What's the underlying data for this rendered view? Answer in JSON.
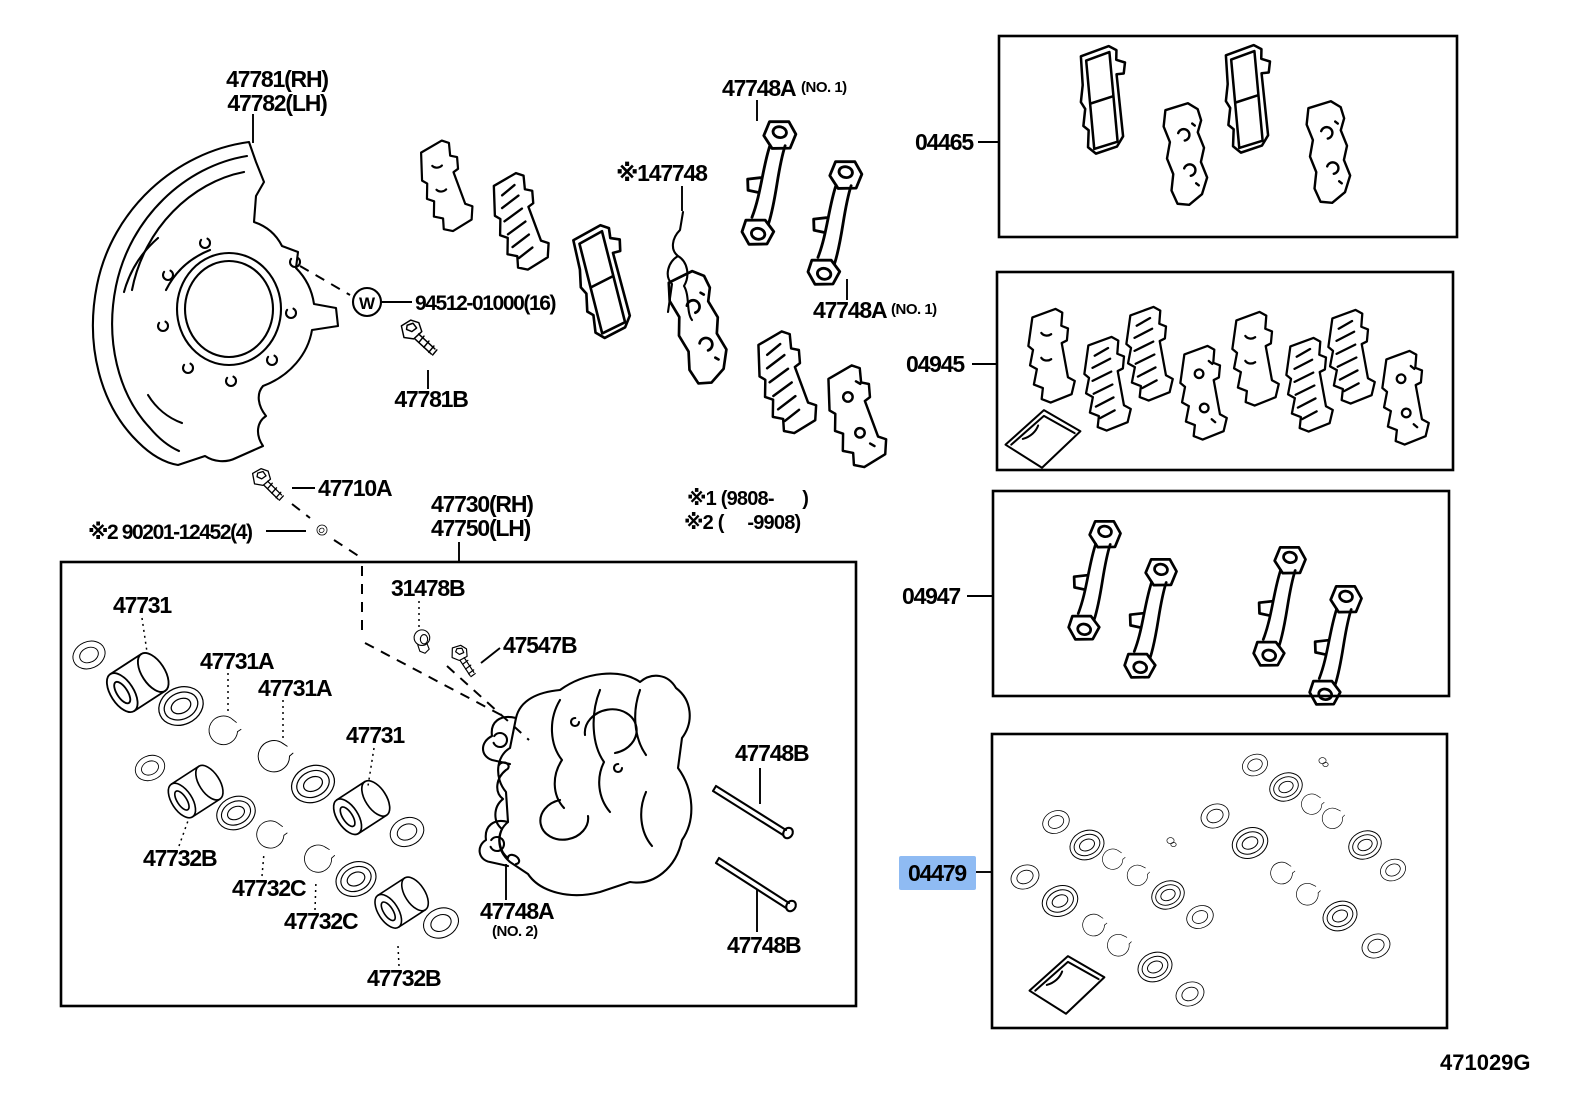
{
  "colors": {
    "background": "#ffffff",
    "line": "#000000",
    "highlight_bg": "#8FBBF3",
    "highlight_text": "#14387F"
  },
  "highlight": {
    "highlighted_callout": "04479"
  },
  "t": {
    "c47781rh": "47781(RH)",
    "c47782lh": "47782(LH)",
    "w": "W",
    "c94512": "94512-01000(16)",
    "c47781b": "47781B",
    "c147748": "※147748",
    "c47748a_no1_top": "47748A",
    "no1_top": "(NO. 1)",
    "c47748a_no1_bottom": "47748A",
    "no1_bottom": "(NO. 1)",
    "c04465": "04465",
    "c04945": "04945",
    "c04947": "04947",
    "c04479": "04479",
    "note1": "※1 (9808-      )",
    "note2": "※2 (     -9908)",
    "c47710a": "47710A",
    "c90201": "※2 90201-12452(4)",
    "c47730rh": "47730(RH)",
    "c47750lh": "47750(LH)",
    "c31478b": "31478B",
    "c47547b": "47547B",
    "c47731_left": "47731",
    "c47731a_left": "47731A",
    "c47731a_right": "47731A",
    "c47731_right": "47731",
    "c47732b_left": "47732B",
    "c47732c_left": "47732C",
    "c47732c_right": "47732C",
    "c47732b_right": "47732B",
    "c47748a_no2": "47748A",
    "no2": "(NO. 2)",
    "c47748b_top": "47748B",
    "c47748b_bottom": "47748B",
    "figure_code": "471029G"
  }
}
